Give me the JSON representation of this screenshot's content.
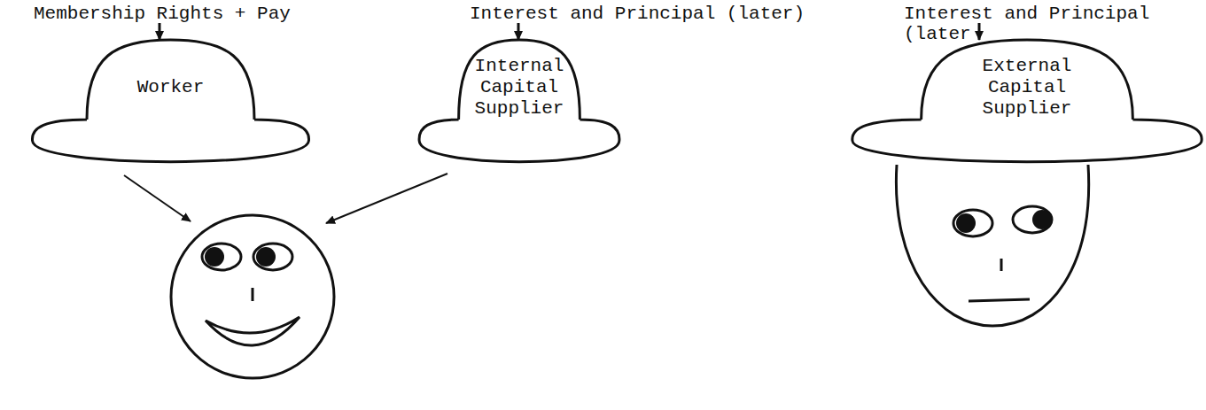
{
  "diagram": {
    "nodes": [
      {
        "text": [
          "Worker"
        ]
      },
      {
        "text": [
          "Internal Capital Supplier"
        ]
      },
      {
        "text": [
          "External Capital Supplier"
        ]
      }
    ],
    "labels": [
      "Membership Rights + Pay",
      "Interest and Principal (later)",
      "Interest and Principal (later"
    ]
  }
}
